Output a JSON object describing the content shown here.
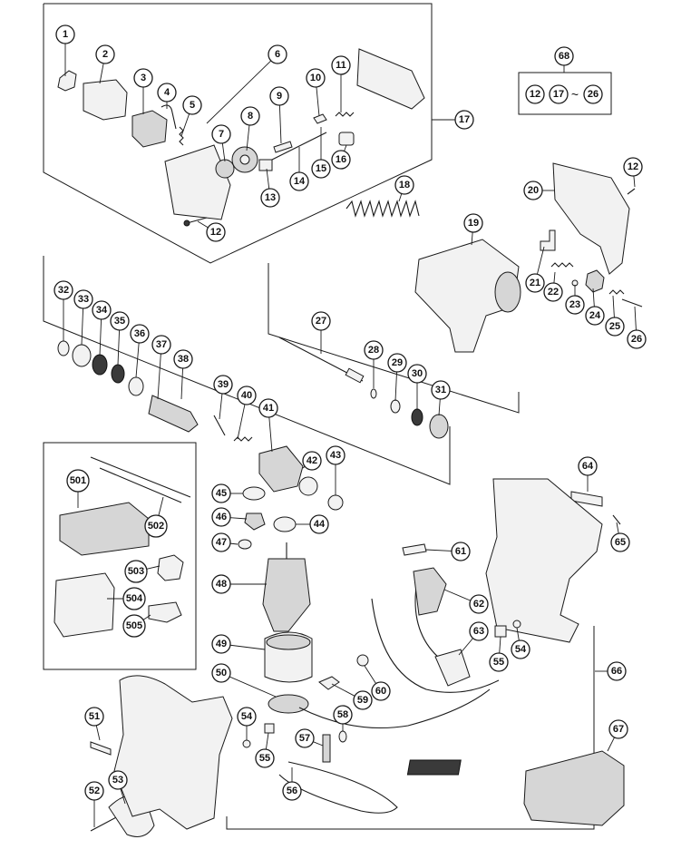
{
  "diagram": {
    "callouts": [
      {
        "id": "c1",
        "label": "1"
      },
      {
        "id": "c2",
        "label": "2"
      },
      {
        "id": "c3",
        "label": "3"
      },
      {
        "id": "c4",
        "label": "4"
      },
      {
        "id": "c5",
        "label": "5"
      },
      {
        "id": "c6",
        "label": "6"
      },
      {
        "id": "c7",
        "label": "7"
      },
      {
        "id": "c8",
        "label": "8"
      },
      {
        "id": "c9",
        "label": "9"
      },
      {
        "id": "c10",
        "label": "10"
      },
      {
        "id": "c11",
        "label": "11"
      },
      {
        "id": "c12a",
        "label": "12"
      },
      {
        "id": "c13",
        "label": "13"
      },
      {
        "id": "c14",
        "label": "14"
      },
      {
        "id": "c15",
        "label": "15"
      },
      {
        "id": "c16",
        "label": "16"
      },
      {
        "id": "c17",
        "label": "17"
      },
      {
        "id": "c18",
        "label": "18"
      },
      {
        "id": "c19",
        "label": "19"
      },
      {
        "id": "c20",
        "label": "20"
      },
      {
        "id": "c12b",
        "label": "12"
      },
      {
        "id": "c21",
        "label": "21"
      },
      {
        "id": "c22",
        "label": "22"
      },
      {
        "id": "c23",
        "label": "23"
      },
      {
        "id": "c24",
        "label": "24"
      },
      {
        "id": "c25",
        "label": "25"
      },
      {
        "id": "c26",
        "label": "26"
      },
      {
        "id": "c27",
        "label": "27"
      },
      {
        "id": "c28",
        "label": "28"
      },
      {
        "id": "c29",
        "label": "29"
      },
      {
        "id": "c30",
        "label": "30"
      },
      {
        "id": "c31",
        "label": "31"
      },
      {
        "id": "c32",
        "label": "32"
      },
      {
        "id": "c33",
        "label": "33"
      },
      {
        "id": "c34",
        "label": "34"
      },
      {
        "id": "c35",
        "label": "35"
      },
      {
        "id": "c36",
        "label": "36"
      },
      {
        "id": "c37",
        "label": "37"
      },
      {
        "id": "c38",
        "label": "38"
      },
      {
        "id": "c39",
        "label": "39"
      },
      {
        "id": "c40",
        "label": "40"
      },
      {
        "id": "c41",
        "label": "41"
      },
      {
        "id": "c42",
        "label": "42"
      },
      {
        "id": "c43",
        "label": "43"
      },
      {
        "id": "c44",
        "label": "44"
      },
      {
        "id": "c45",
        "label": "45"
      },
      {
        "id": "c46",
        "label": "46"
      },
      {
        "id": "c47",
        "label": "47"
      },
      {
        "id": "c48",
        "label": "48"
      },
      {
        "id": "c49",
        "label": "49"
      },
      {
        "id": "c50",
        "label": "50"
      },
      {
        "id": "c51",
        "label": "51"
      },
      {
        "id": "c52",
        "label": "52"
      },
      {
        "id": "c53",
        "label": "53"
      },
      {
        "id": "c54a",
        "label": "54"
      },
      {
        "id": "c55a",
        "label": "55"
      },
      {
        "id": "c56",
        "label": "56"
      },
      {
        "id": "c57",
        "label": "57"
      },
      {
        "id": "c58",
        "label": "58"
      },
      {
        "id": "c59",
        "label": "59"
      },
      {
        "id": "c60",
        "label": "60"
      },
      {
        "id": "c61",
        "label": "61"
      },
      {
        "id": "c62",
        "label": "62"
      },
      {
        "id": "c63",
        "label": "63"
      },
      {
        "id": "c64",
        "label": "64"
      },
      {
        "id": "c65",
        "label": "65"
      },
      {
        "id": "c66",
        "label": "66"
      },
      {
        "id": "c67",
        "label": "67"
      },
      {
        "id": "c54b",
        "label": "54"
      },
      {
        "id": "c55b",
        "label": "55"
      },
      {
        "id": "c68",
        "label": "68"
      },
      {
        "id": "c501",
        "label": "501"
      },
      {
        "id": "c502",
        "label": "502"
      },
      {
        "id": "c503",
        "label": "503"
      },
      {
        "id": "c504",
        "label": "504"
      },
      {
        "id": "c505",
        "label": "505"
      }
    ],
    "kit_68": {
      "item_a": "12",
      "item_b": "17",
      "separator": "~",
      "item_c": "26"
    }
  }
}
